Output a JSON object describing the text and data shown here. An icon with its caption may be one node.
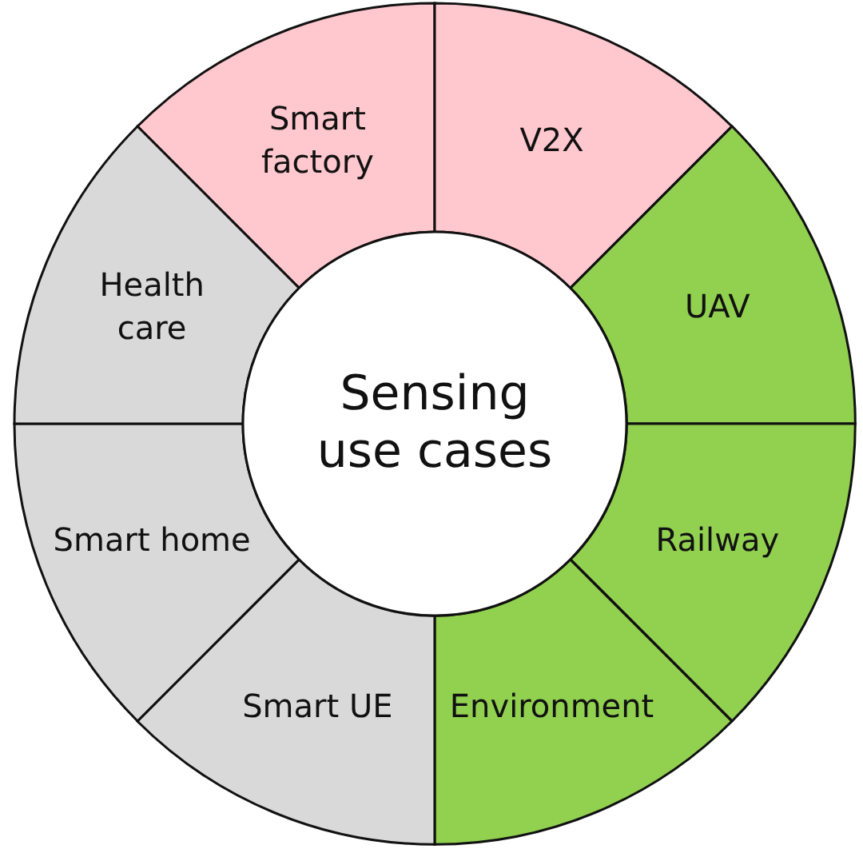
{
  "diagram": {
    "nodes": [
      {
        "text": [
          "Sensing use cases"
        ]
      },
      {
        "text": [
          "Smart factory"
        ]
      },
      {
        "text": [
          "V2X"
        ]
      },
      {
        "text": [
          "UAV"
        ]
      },
      {
        "text": [
          "Railway"
        ]
      },
      {
        "text": [
          "Environment"
        ]
      },
      {
        "text": [
          "Smart UE"
        ]
      },
      {
        "text": [
          "Smart home"
        ]
      },
      {
        "text": [
          "Health care"
        ]
      }
    ]
  }
}
